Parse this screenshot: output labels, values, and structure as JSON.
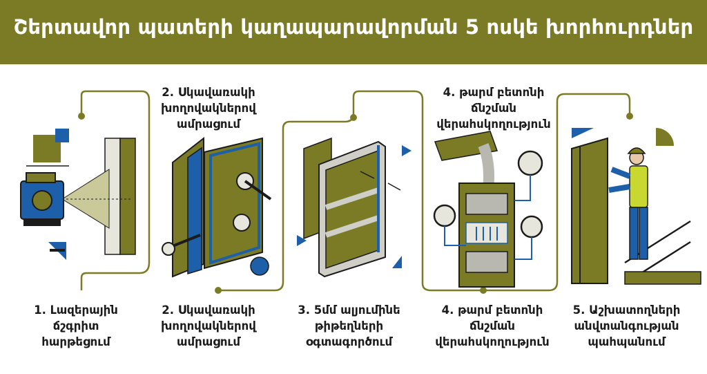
{
  "title": "Շերտավոր պատերի կաղապարավորման 5 ոսկե խորհուրդներ",
  "top_labels": [
    {
      "lines": [
        "2. Սկավառակի",
        "խողովակներով",
        "ամրացում"
      ]
    },
    {
      "lines": [
        "4. թարմ բետոնի",
        "ճնշման",
        "վերահսկողություն"
      ]
    }
  ],
  "steps": [
    {
      "lines": [
        "1. Լազերային",
        "ճշգրիտ",
        "հարթեցում"
      ]
    },
    {
      "lines": [
        "2. Սկավառակի",
        "խողովակներով",
        "ամրացում"
      ]
    },
    {
      "lines": [
        "3. 5մմ ալյումինե",
        "թիթեղների",
        "օգտագործում"
      ]
    },
    {
      "lines": [
        "4. թարմ բետոնի",
        "ճնշման",
        "վերահսկողություն"
      ]
    },
    {
      "lines": [
        "5. Աշխատողների",
        "անվտանգության",
        "պահպանում"
      ]
    }
  ],
  "colors": {
    "olive": "#7b7b26",
    "blue": "#1d5fa8",
    "dark": "#1b1b1b",
    "concrete": "#b8b8b0"
  },
  "icons": [
    "laser-level-icon",
    "tie-rod-bolt-icon",
    "aluminum-frame-icon",
    "pressure-gauge-icon",
    "safety-worker-icon"
  ]
}
